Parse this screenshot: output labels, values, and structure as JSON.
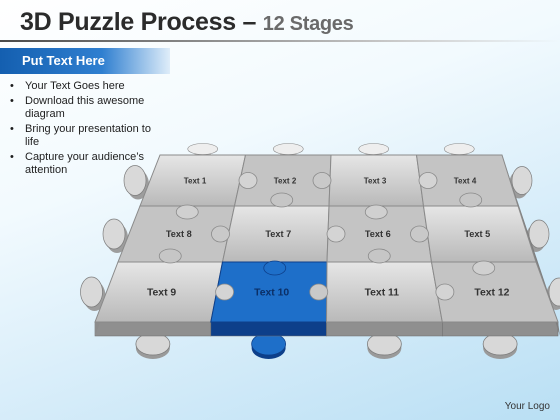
{
  "title": {
    "main": "3D Puzzle Process",
    "dash": "–",
    "subtitle": "12 Stages"
  },
  "sidebar": {
    "heading": "Put Text Here",
    "bullets": [
      "Your Text Goes here",
      "Download this awesome diagram",
      "Bring your presentation to life",
      "Capture your audience’s attention"
    ]
  },
  "puzzle": {
    "highlight_piece": "Text 10",
    "colors": {
      "piece": "#cfcfcf",
      "piece_side": "#8f8f8f",
      "highlight": "#1e6fc9",
      "highlight_side": "#0d3f8a"
    },
    "rows": [
      [
        "Text 1",
        "Text 2",
        "Text 3",
        "Text 4"
      ],
      [
        "Text 8",
        "Text 7",
        "Text 6",
        "Text 5"
      ],
      [
        "Text 9",
        "Text 10",
        "Text 11",
        "Text 12"
      ]
    ]
  },
  "footer": {
    "logo": "Your Logo"
  }
}
